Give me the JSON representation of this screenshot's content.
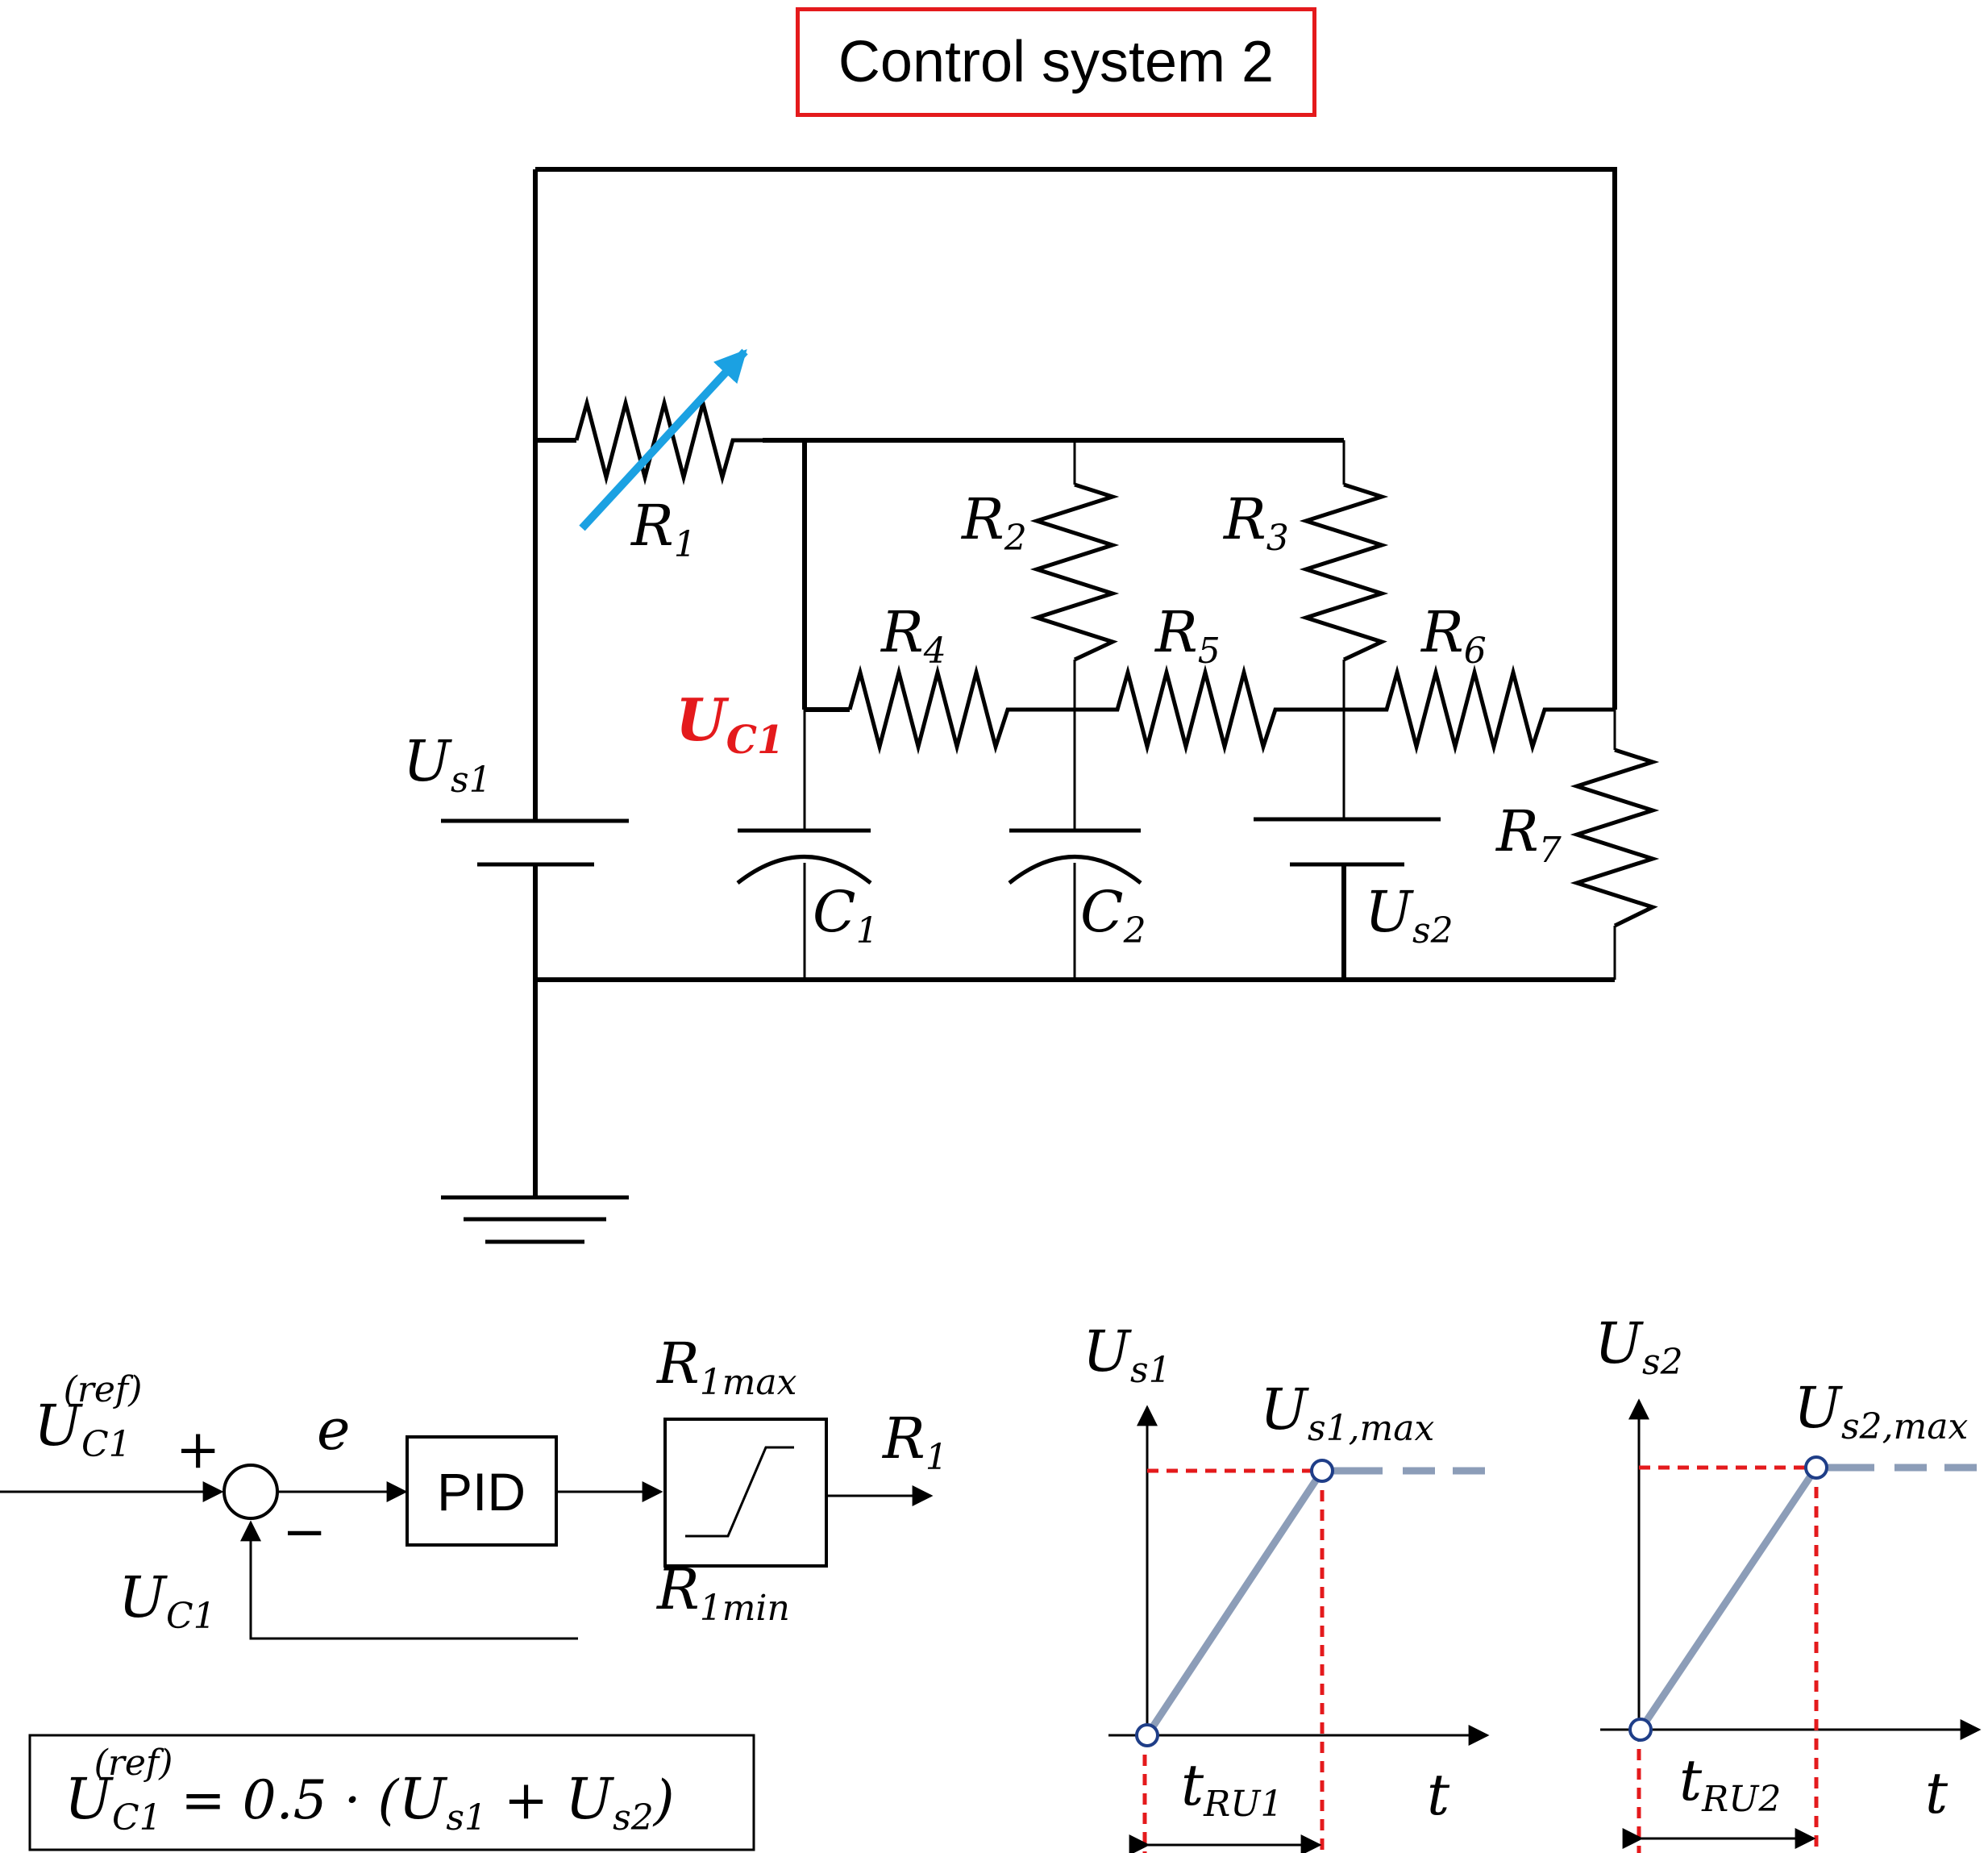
{
  "title": "Control system 2",
  "circuit": {
    "R1": {
      "base": "R",
      "sub": "1"
    },
    "R2": {
      "base": "R",
      "sub": "2"
    },
    "R3": {
      "base": "R",
      "sub": "3"
    },
    "R4": {
      "base": "R",
      "sub": "4"
    },
    "R5": {
      "base": "R",
      "sub": "5"
    },
    "R6": {
      "base": "R",
      "sub": "6"
    },
    "R7": {
      "base": "R",
      "sub": "7"
    },
    "C1": {
      "base": "C",
      "sub": "1"
    },
    "C2": {
      "base": "C",
      "sub": "2"
    },
    "Us1": {
      "base": "U",
      "sub": "s1"
    },
    "Us2": {
      "base": "U",
      "sub": "s2"
    },
    "UC1": {
      "base": "U",
      "sub": "C1",
      "color": "#e41a1c"
    },
    "variable_arrow_color": "#1ba1e2"
  },
  "block_diagram": {
    "ref_input": {
      "base": "U",
      "sub": "C1",
      "sup": "(ref)"
    },
    "plus": "+",
    "minus": "−",
    "error": "e",
    "pid": "PID",
    "sat_max": {
      "base": "R",
      "sub": "1max"
    },
    "sat_min": {
      "base": "R",
      "sub": "1min"
    },
    "output": {
      "base": "R",
      "sub": "1"
    },
    "feedback": {
      "base": "U",
      "sub": "C1"
    }
  },
  "equation": {
    "lhs": {
      "base": "U",
      "sub": "C1",
      "sup": "(ref)"
    },
    "middle": "= 0.5 · (",
    "a": {
      "base": "U",
      "sub": "s1"
    },
    "plus": " + ",
    "b": {
      "base": "U",
      "sub": "s2"
    },
    "close": ")"
  },
  "ramp1": {
    "ylabel": {
      "base": "U",
      "sub": "s1"
    },
    "max": {
      "base": "U",
      "sub": "s1,max"
    },
    "time": {
      "base": "t",
      "sub": "RU1"
    },
    "xlabel": "t"
  },
  "ramp2": {
    "ylabel": {
      "base": "U",
      "sub": "s2"
    },
    "max": {
      "base": "U",
      "sub": "s2,max"
    },
    "time": {
      "base": "t",
      "sub": "RU2"
    },
    "xlabel": "t"
  },
  "colors": {
    "ramp": "#8c9db8",
    "markers": "#e41a1c",
    "title_border": "#e41a1c"
  }
}
